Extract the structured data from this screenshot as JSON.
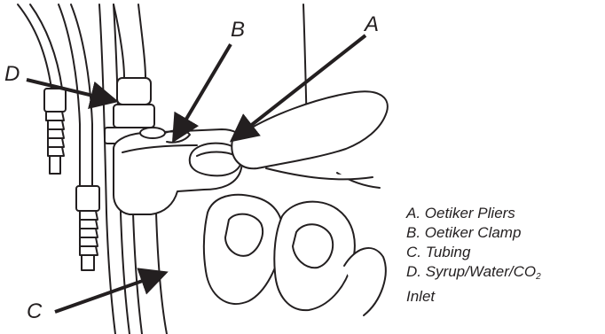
{
  "callouts": {
    "a": "A",
    "b": "B",
    "c": "C",
    "d": "D"
  },
  "legend": [
    {
      "text": "A. Oetiker Pliers"
    },
    {
      "text": "B. Oetiker Clamp"
    },
    {
      "text": "C. Tubing"
    },
    {
      "text": "D. Syrup/Water/CO",
      "sub": "2"
    },
    {
      "text": "Inlet"
    }
  ]
}
